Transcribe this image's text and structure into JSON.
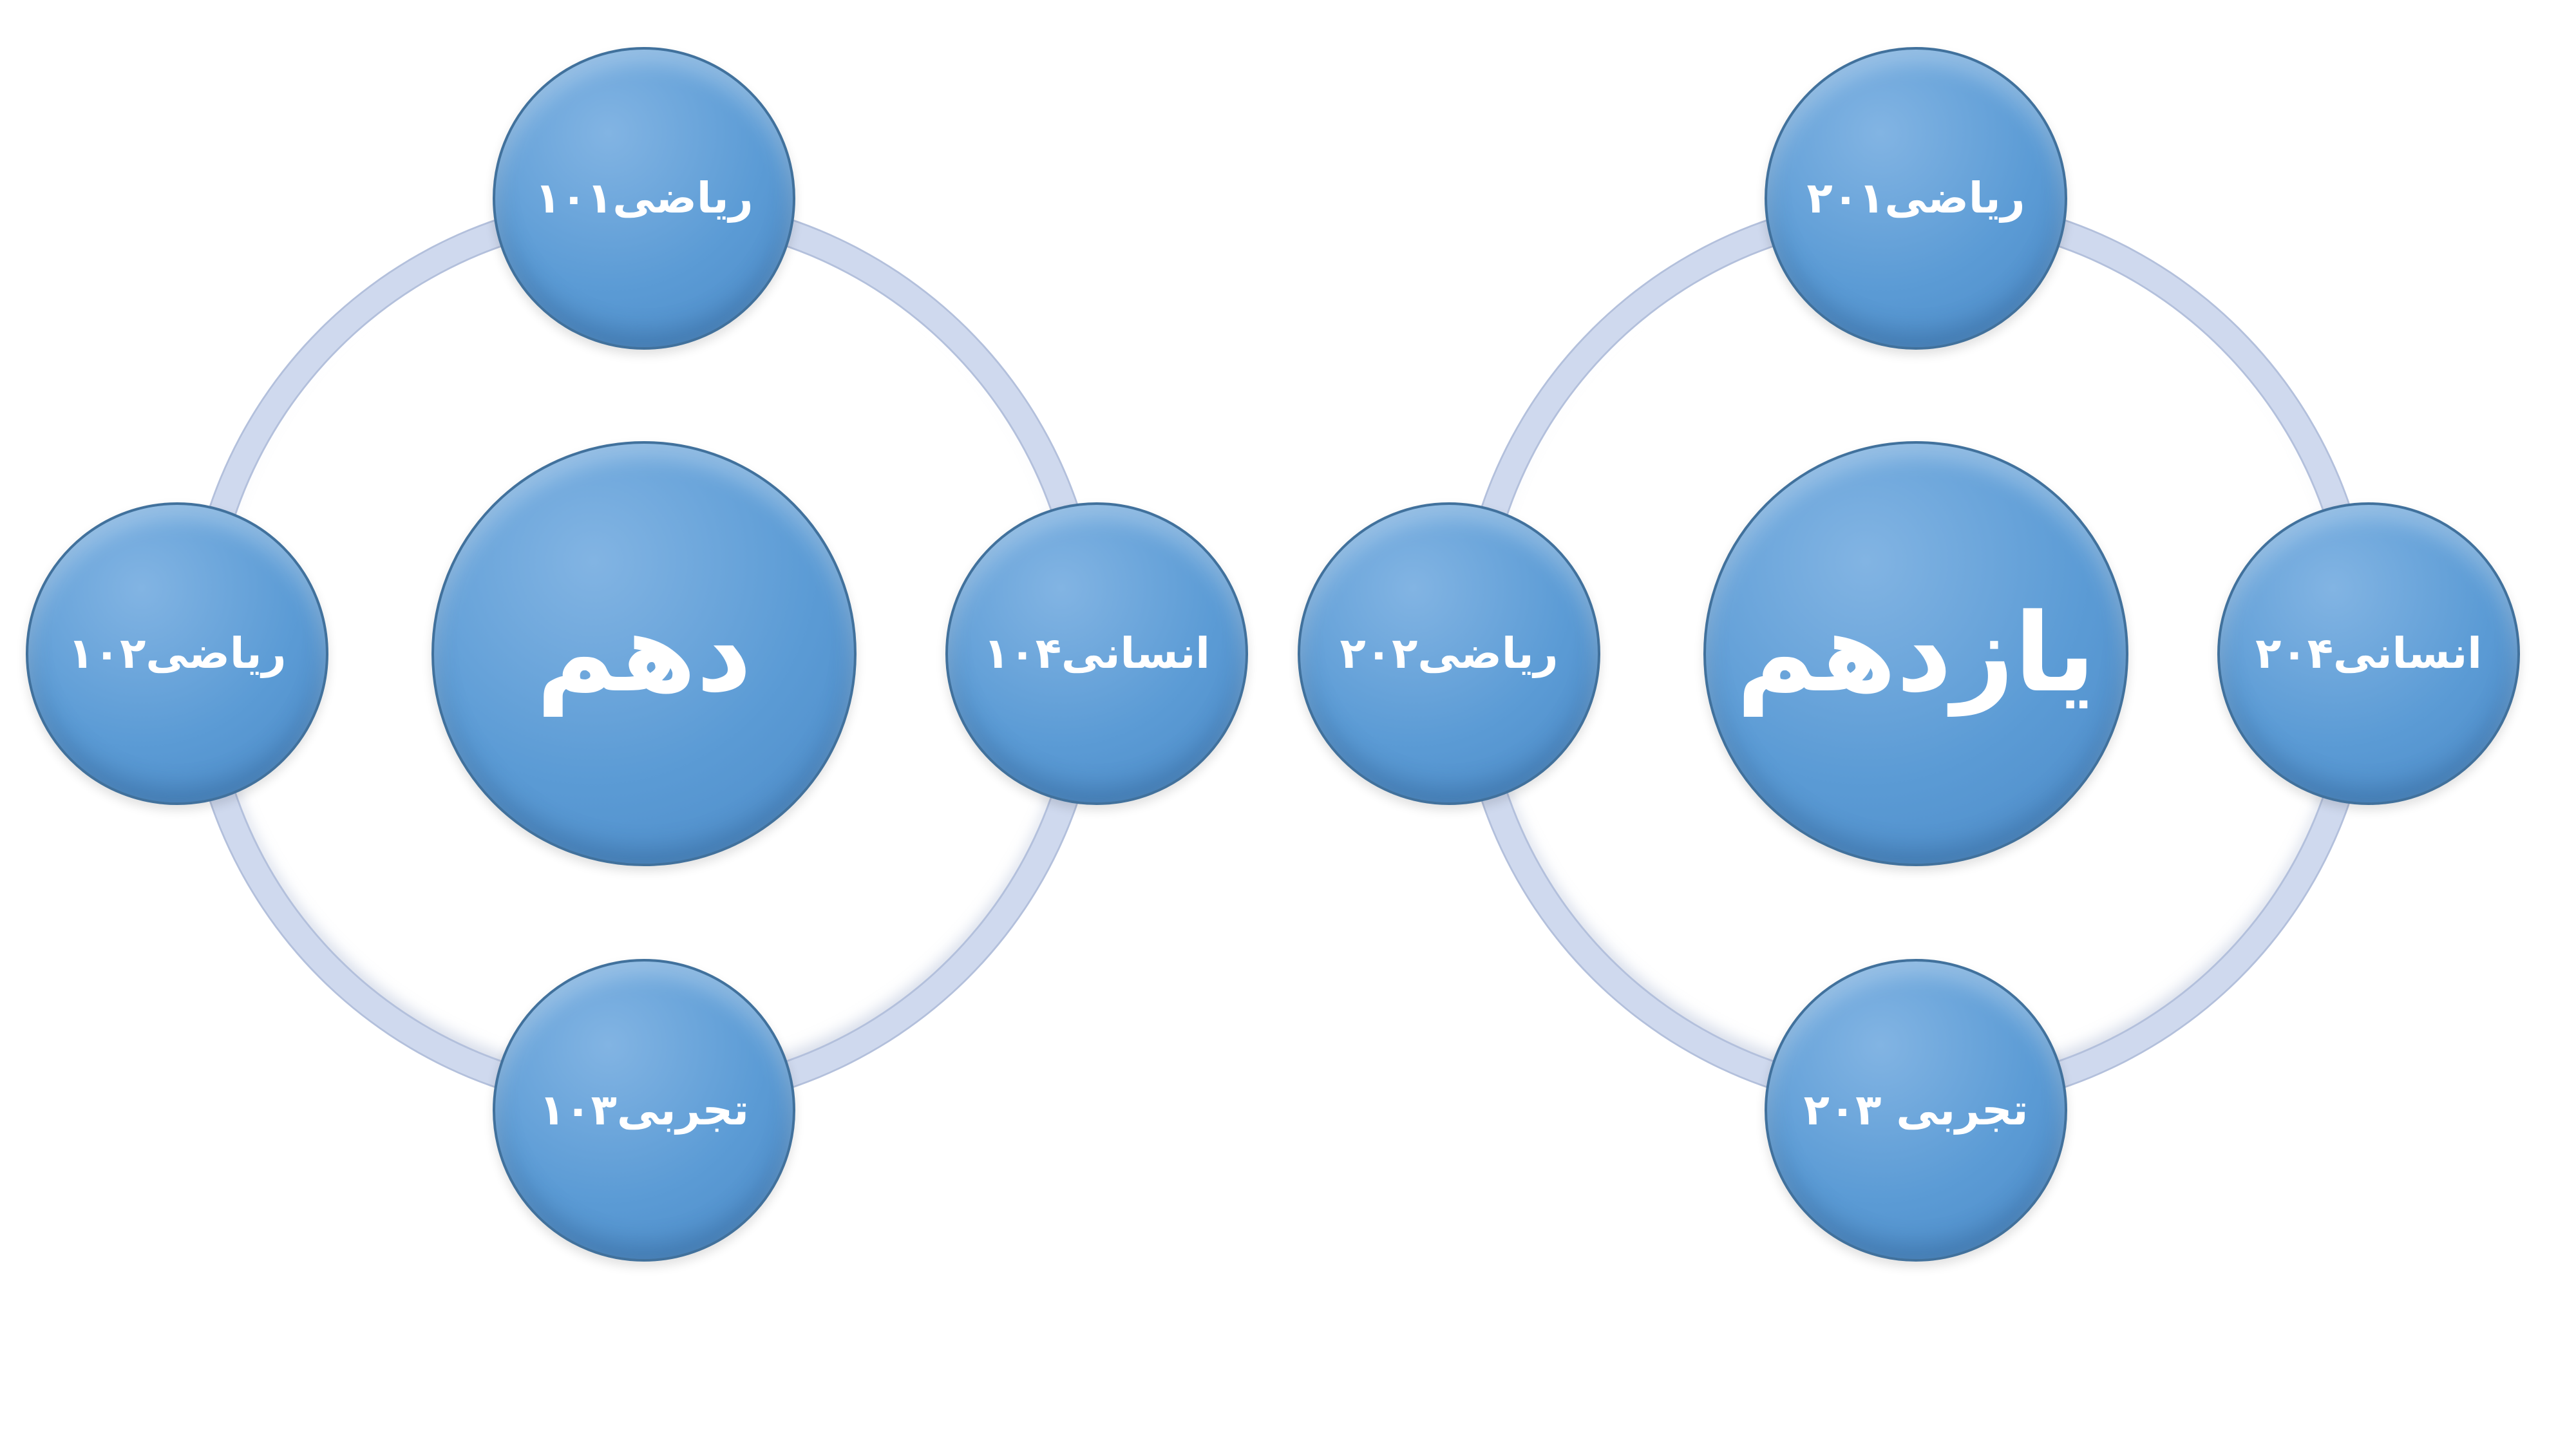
{
  "diagrams": [
    {
      "name": "grade-10-cycle",
      "center": "دهم",
      "satellites": {
        "top": "ریاضی۱۰۱",
        "left": "ریاضی۱۰۲",
        "right": "انسانی۱۰۴",
        "bottom": "تجربی۱۰۳"
      }
    },
    {
      "name": "grade-11-cycle",
      "center": "یازدهم",
      "satellites": {
        "top": "ریاضی۲۰۱",
        "left": "ریاضی۲۰۲",
        "right": "انسانی۲۰۴",
        "bottom": "تجربی ۲۰۳"
      }
    }
  ],
  "colors": {
    "node_fill": "#5B9BD5",
    "node_border": "#41719C",
    "ring": "#CFD9EE",
    "ring_edge": "#B3C0DC",
    "text": "#FFFFFF",
    "background": "#FFFFFF"
  }
}
